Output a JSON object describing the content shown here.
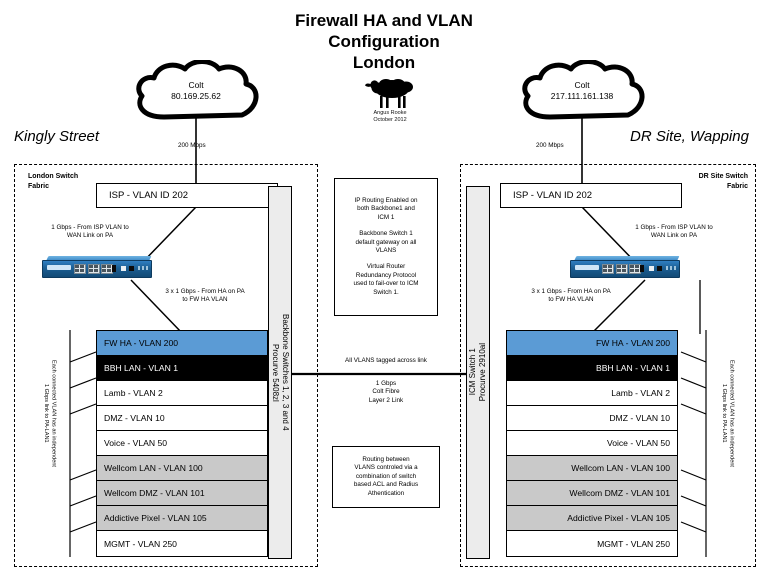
{
  "title": "Firewall HA and VLAN\nConfiguration\nLondon",
  "title_line1": "Firewall HA and VLAN",
  "title_line2": "Configuration",
  "title_line3": "London",
  "credit": {
    "author": "Angus Rooke",
    "date": "October 2012",
    "icon": "sheep-icon"
  },
  "left": {
    "site_label": "Kingly Street",
    "fabric_label": "London Switch\nFabric",
    "fabric_label_l1": "London Switch",
    "fabric_label_l2": "Fabric",
    "cloud": {
      "name": "Colt",
      "ip": "80.169.25.62"
    },
    "wan_speed": "200 Mbps",
    "isp_box": "ISP -  VLAN ID 202",
    "isp_link_label": "1 Gbps - From ISP VLAN to\nWAN Link on PA",
    "isp_link_label_l1": "1 Gbps - From ISP VLAN to",
    "isp_link_label_l2": "WAN Link on PA",
    "ha_link_label_l1": "3 x 1 Gbps - From HA on PA",
    "ha_link_label_l2": "to FW HA VLAN",
    "switch_column": "Backbone Switches 1, 2, 3 and 4\nProcurve 5408zl",
    "switch_column_l1": "Backbone Switches 1, 2, 3 and 4",
    "switch_column_l2": "Procurve 5408zl",
    "side_note_l1": "Each connected VLAN has an independent",
    "side_note_l2": "1 Gbps link to PA-LAN1",
    "firewall_device": "palo-alto-firewall",
    "vlans": [
      {
        "label": "FW HA - VLAN  200",
        "style": "blue"
      },
      {
        "label": "BBH LAN - VLAN 1",
        "style": "black"
      },
      {
        "label": "Lamb - VLAN 2",
        "style": "white"
      },
      {
        "label": "DMZ - VLAN 10",
        "style": "white"
      },
      {
        "label": "Voice - VLAN 50",
        "style": "white"
      },
      {
        "label": "Wellcom LAN - VLAN 100",
        "style": "grey"
      },
      {
        "label": "Wellcom DMZ - VLAN 101",
        "style": "grey"
      },
      {
        "label": "Addictive Pixel - VLAN 105",
        "style": "grey"
      },
      {
        "label": "MGMT - VLAN 250",
        "style": "white"
      }
    ]
  },
  "right": {
    "site_label": "DR Site, Wapping",
    "fabric_label_l1": "DR Site Switch",
    "fabric_label_l2": "Fabric",
    "cloud": {
      "name": "Colt",
      "ip": "217.111.161.138"
    },
    "wan_speed": "200 Mbps",
    "isp_box": "ISP -  VLAN ID 202",
    "isp_link_label_l1": "1 Gbps - From ISP VLAN to",
    "isp_link_label_l2": "WAN Link on PA",
    "ha_link_label_l1": "3 x 1 Gbps - From HA on PA",
    "ha_link_label_l2": "to FW HA VLAN",
    "switch_column_l1": "ICM Switch 1",
    "switch_column_l2": "Procurve 2910al",
    "side_note_l1": "Each connected VLAN has an independent",
    "side_note_l2": "1 Gbps link to PA-LAN1",
    "firewall_device": "palo-alto-firewall",
    "vlans": [
      {
        "label": "FW HA - VLAN  200",
        "style": "blue"
      },
      {
        "label": "BBH LAN - VLAN 1",
        "style": "black"
      },
      {
        "label": "Lamb - VLAN 2",
        "style": "white"
      },
      {
        "label": "DMZ - VLAN 10",
        "style": "white"
      },
      {
        "label": "Voice - VLAN 50",
        "style": "white"
      },
      {
        "label": "Wellcom LAN - VLAN 100",
        "style": "grey"
      },
      {
        "label": "Wellcom DMZ - VLAN 101",
        "style": "grey"
      },
      {
        "label": "Addictive Pixel - VLAN 105",
        "style": "grey"
      },
      {
        "label": "MGMT - VLAN 250",
        "style": "white"
      }
    ]
  },
  "center": {
    "routing_note_p1_l1": "IP Routing Enabled on",
    "routing_note_p1_l2": "both Backbone1 and",
    "routing_note_p1_l3": "ICM 1",
    "routing_note_p2_l1": "Backbone Switch 1",
    "routing_note_p2_l2": "default gateway on all",
    "routing_note_p2_l3": "VLANS",
    "routing_note_p3_l1": "Virtual Router",
    "routing_note_p3_l2": "Redundancy Protocol",
    "routing_note_p3_l3": "used to fail-over to ICM",
    "routing_note_p3_l4": "Switch 1.",
    "tagged_note": "All VLANS tagged across link",
    "link_spec_l1": "1 Gbps",
    "link_spec_l2": "Colt Fibre",
    "link_spec_l3": "Layer 2 Link",
    "acl_note_l1": "Routing between",
    "acl_note_l2": "VLANS controled via a",
    "acl_note_l3": "combination of switch",
    "acl_note_l4": "based ACL and Radius",
    "acl_note_l5": "Athentication"
  },
  "colors": {
    "vlan_blue": "#5b9bd5",
    "vlan_black": "#000000",
    "vlan_grey": "#c9c9c9",
    "switch_column_grey": "#ececec",
    "line": "#000000"
  }
}
